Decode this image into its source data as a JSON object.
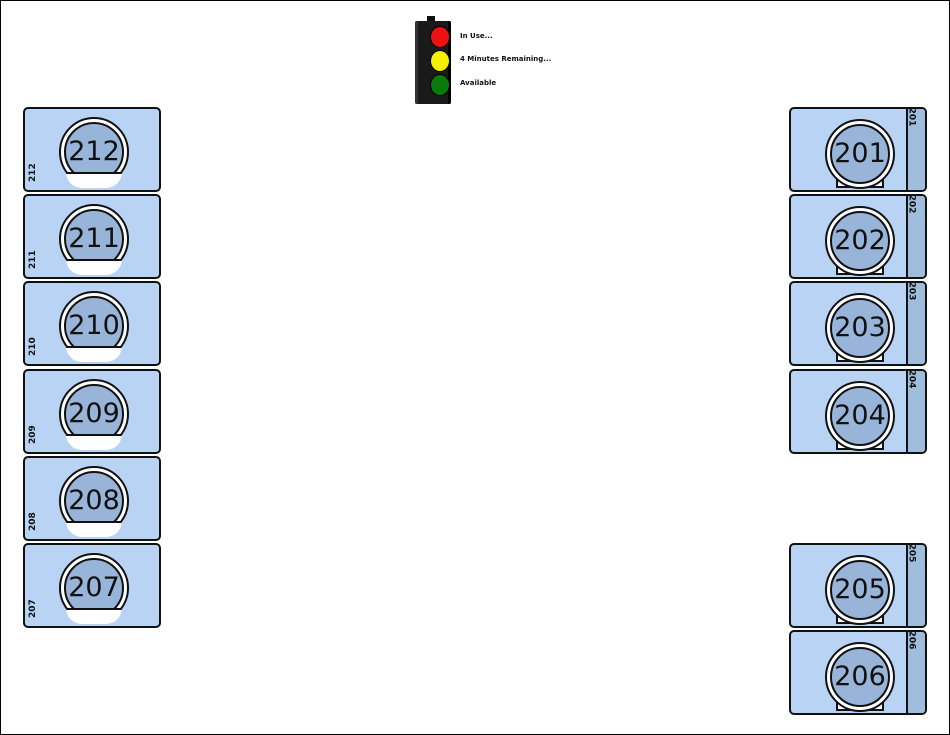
{
  "legend": {
    "in_use": "In Use...",
    "remaining": "4 Minutes Remaining...",
    "available": "Available",
    "colors": {
      "in_use": "#ee1111",
      "remaining": "#f4f000",
      "available": "#0a7a0a"
    }
  },
  "stations_left": [
    {
      "number": "212",
      "label": "212"
    },
    {
      "number": "211",
      "label": "211"
    },
    {
      "number": "210",
      "label": "210"
    },
    {
      "number": "209",
      "label": "209"
    },
    {
      "number": "208",
      "label": "208"
    },
    {
      "number": "207",
      "label": "207"
    }
  ],
  "stations_right": [
    {
      "number": "201",
      "label": "201"
    },
    {
      "number": "202",
      "label": "202"
    },
    {
      "number": "203",
      "label": "203"
    },
    {
      "number": "204",
      "label": "204"
    },
    {
      "number": "205",
      "label": "205"
    },
    {
      "number": "206",
      "label": "206"
    }
  ],
  "colors": {
    "card": "#b8d3f4",
    "seat": "#98b5d9",
    "strip": "#9fbddd"
  }
}
